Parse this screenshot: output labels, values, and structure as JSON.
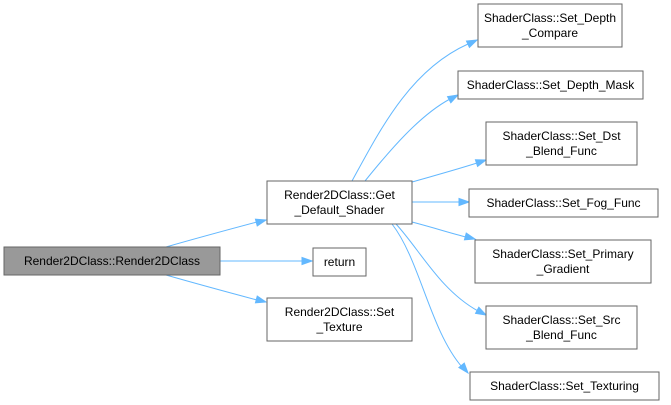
{
  "graph": {
    "nodes": {
      "render2d_ctor": {
        "lines": [
          "Render2DClass::Render2DClass"
        ],
        "highlighted": true
      },
      "get_default_shader": {
        "lines": [
          "Render2DClass::Get",
          "_Default_Shader"
        ]
      },
      "return": {
        "lines": [
          "return"
        ]
      },
      "set_texture": {
        "lines": [
          "Render2DClass::Set",
          "_Texture"
        ]
      },
      "set_depth_compare": {
        "lines": [
          "ShaderClass::Set_Depth",
          "_Compare"
        ]
      },
      "set_depth_mask": {
        "lines": [
          "ShaderClass::Set_Depth_Mask"
        ]
      },
      "set_dst_blend_func": {
        "lines": [
          "ShaderClass::Set_Dst",
          "_Blend_Func"
        ]
      },
      "set_fog_func": {
        "lines": [
          "ShaderClass::Set_Fog_Func"
        ]
      },
      "set_primary_gradient": {
        "lines": [
          "ShaderClass::Set_Primary",
          "_Gradient"
        ]
      },
      "set_src_blend_func": {
        "lines": [
          "ShaderClass::Set_Src",
          "_Blend_Func"
        ]
      },
      "set_texturing": {
        "lines": [
          "ShaderClass::Set_Texturing"
        ]
      }
    },
    "edges": [
      {
        "from": "render2d_ctor",
        "to": "get_default_shader"
      },
      {
        "from": "render2d_ctor",
        "to": "return"
      },
      {
        "from": "render2d_ctor",
        "to": "set_texture"
      },
      {
        "from": "get_default_shader",
        "to": "set_depth_compare"
      },
      {
        "from": "get_default_shader",
        "to": "set_depth_mask"
      },
      {
        "from": "get_default_shader",
        "to": "set_dst_blend_func"
      },
      {
        "from": "get_default_shader",
        "to": "set_fog_func"
      },
      {
        "from": "get_default_shader",
        "to": "set_primary_gradient"
      },
      {
        "from": "get_default_shader",
        "to": "set_src_blend_func"
      },
      {
        "from": "get_default_shader",
        "to": "set_texturing"
      }
    ],
    "colors": {
      "edge": "#63b8ff",
      "node_border": "#666666",
      "root_fill": "#999999",
      "node_fill": "#ffffff",
      "text": "#000000"
    }
  }
}
